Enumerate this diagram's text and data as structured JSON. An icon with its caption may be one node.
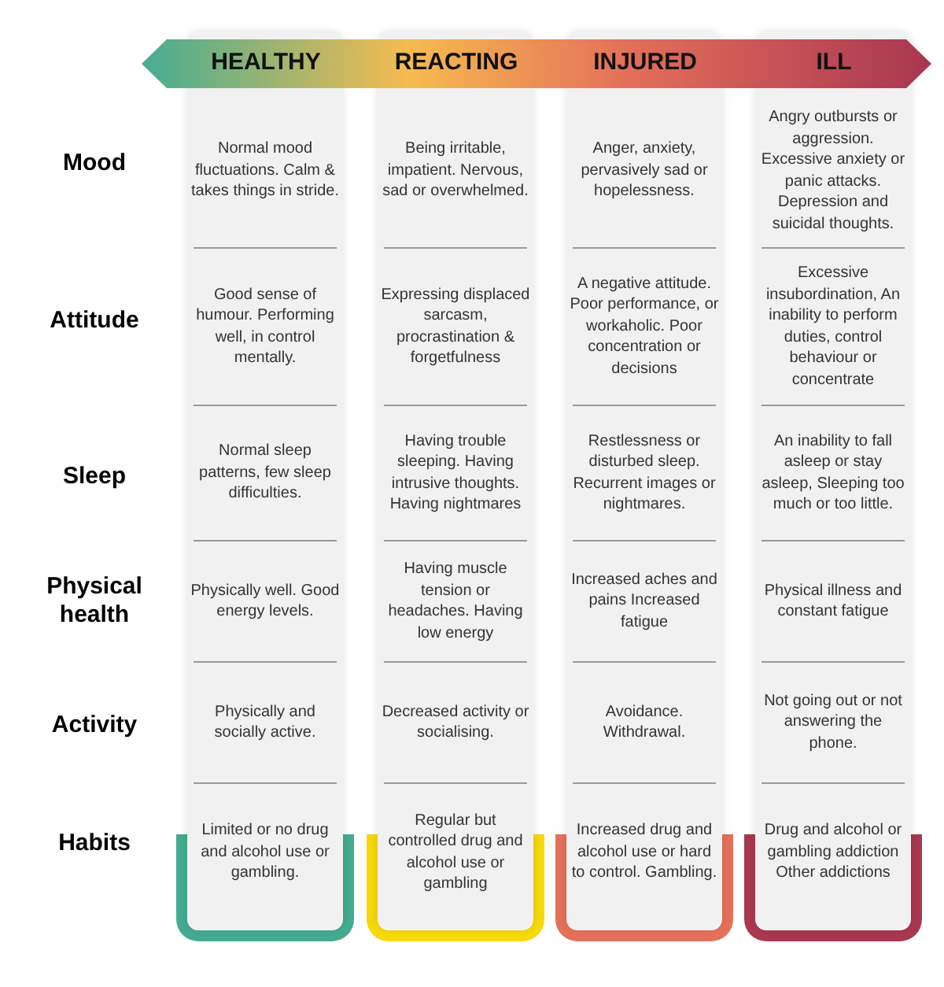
{
  "diagram": {
    "nodes": [
      {
        "text": [
          "HEALTHY",
          "REACTING",
          "INJURED",
          "ILL"
        ]
      },
      {
        "text": [
          "Normal mood fluctuations. Calm & takes things in stride.",
          "Good sense of humour. Performing well, in control mentally.",
          "Normal sleep patterns, few sleep difficulties.",
          "Physically well. Good energy levels.",
          "Physically and socially active.",
          "Limited or no drug and alcohol use or gambling."
        ]
      },
      {
        "text": [
          "Being irritable, impatient. Nervous, sad or overwhelmed.",
          "Expressing displaced sarcasm, procrastination & forgetfulness",
          "Having trouble sleeping. Having intrusive thoughts. Having nightmares",
          "Having muscle tension or headaches. Having low energy",
          "Decreased activity or socialising.",
          "Regular but controlled drug and alcohol use or gambling"
        ]
      },
      {
        "text": [
          "Anger, anxiety, pervasively sad or hopelessness.",
          "A negative attitude. Poor performance, or workaholic. Poor concentration or decisions",
          "Restlessness or disturbed sleep. Recurrent images or nightmares.",
          "Increased aches and pains Increased fatigue",
          "Avoidance. Withdrawal.",
          "Increased drug and alcohol use or hard to control. Gambling."
        ]
      },
      {
        "text": [
          "Angry outbursts or aggression. Excessive anxiety or panic attacks. Depression and suicidal thoughts.",
          "Excessive insubordination, An inability to perform duties, control behaviour or concentrate",
          "An inability to fall asleep or stay asleep, Sleeping too much or too little.",
          "Physical illness and constant fatigue",
          "Not going out or not answering the phone.",
          "Drug and alcohol or gambling addiction Other addictions"
        ]
      }
    ],
    "labels": [
      "Mood",
      "Attitude",
      "Sleep",
      "Physical health",
      "Activity",
      "Habits"
    ]
  }
}
